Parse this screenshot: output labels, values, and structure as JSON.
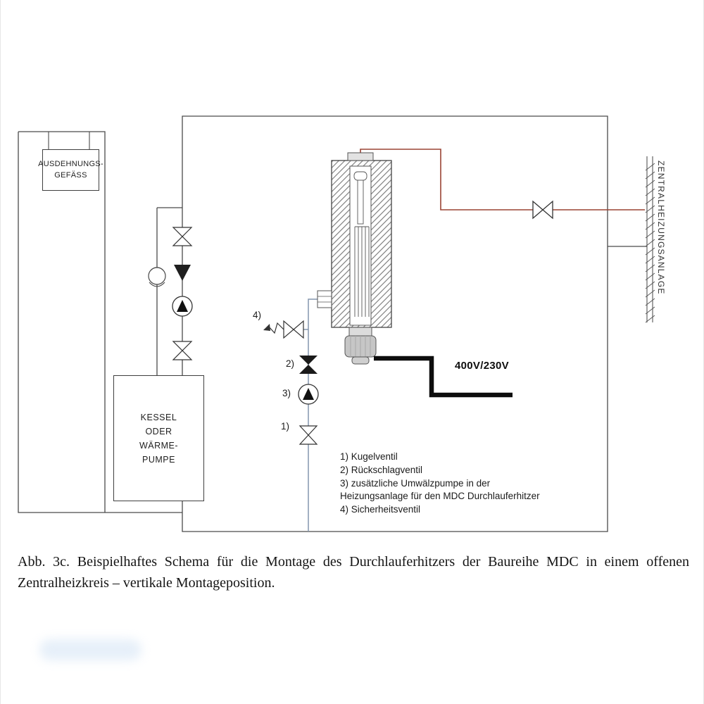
{
  "diagram": {
    "expansion_vessel": {
      "line1": "AUSDEHNUNGS-",
      "line2": "GEFÄSS"
    },
    "boiler": {
      "line1": "KESSEL",
      "line2": "ODER",
      "line3": "WÄRME-",
      "line4": "PUMPE"
    },
    "central_heating_label": "ZENTRALHEIZUNGSANLAGE",
    "voltage_label": "400V/230V",
    "markers": {
      "m1": "1)",
      "m2": "2)",
      "m3": "3)",
      "m4": "4)"
    },
    "legend": {
      "lines": [
        "1) Kugelventil",
        "2) Rückschlagventil",
        "3) zusätzliche Umwälzpumpe in der",
        "Heizungsanlage für den MDC Durchlauferhitzer",
        "4) Sicherheitsventil"
      ]
    },
    "colors": {
      "line": "#4a4a4a",
      "pipe": "#8496ad",
      "flow_line": "#9a4334",
      "cable": "#0d0d0d"
    }
  },
  "caption": "Abb. 3c. Beispielhaftes Schema für die Montage des Durchlauferhitzers der Baureihe MDC in einem offenen Zentralheizkreis – vertikale Montageposition."
}
